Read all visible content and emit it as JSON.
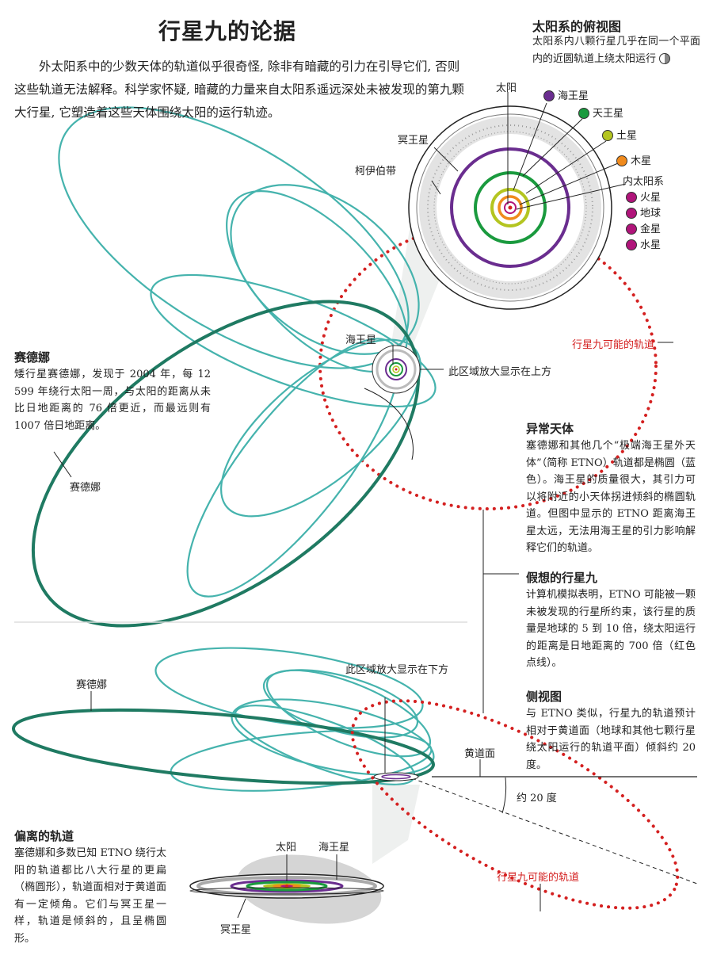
{
  "title": "行星九的论据",
  "intro": "外太阳系中的少数天体的轨道似乎很奇怪, 除非有暗藏的引力在引导它们, 否则这些轨道无法解释。科学家怀疑, 暗藏的力量来自太阳系遥远深处未被发现的第九颗大行星, 它塑造着这些天体围绕太阳的运行轨迹。",
  "top_view": {
    "heading": "太阳系的俯视图",
    "text": "太阳系内八颗行星几乎在同一个平面内的近圆轨道上绕太阳运行",
    "labels": {
      "sun": "太阳",
      "neptune": "海王星",
      "uranus": "天王星",
      "saturn": "土星",
      "jupiter": "木星",
      "pluto": "冥王星",
      "kuiper": "柯伊伯带",
      "inner": "内太阳系",
      "mars": "火星",
      "earth": "地球",
      "venus": "金星",
      "mercury": "水星"
    }
  },
  "sedna": {
    "heading": "赛德娜",
    "text": "矮行星赛德娜，发现于 2004 年，每 12 599 年绕行太阳一周，与太阳的距离从未比日地距离的 76 倍更近，而最远则有 1007 倍日地距离。",
    "label": "赛德娜"
  },
  "neptune_label": "海王星",
  "zoom_up": "此区域放大显示在上方",
  "zoom_down": "此区域放大显示在下方",
  "p9_orbit_label": "行星九可能的轨道",
  "anomalous": {
    "heading": "异常天体",
    "text": "塞德娜和其他几个“极端海王星外天体”（简称 ETNO）轨道都是椭圆（蓝色）。海王星的质量很大，其引力可以将附近的小天体拐进倾斜的椭圆轨道。但图中显示的 ETNO 距离海王星太远，无法用海王星的引力影响解释它们的轨道。"
  },
  "hypothesis": {
    "heading": "假想的行星九",
    "text": "计算机模拟表明，ETNO 可能被一颗未被发现的行星所约束，该行星的质量是地球的 5 到 10 倍，绕太阳运行的距离是日地距离的 700 倍（红色点线）。"
  },
  "side_view": {
    "heading": "侧视图",
    "text": "与 ETNO 类似，行星九的轨道预计相对于黄道面（地球和其他七颗行星绕太阳运行的轨道平面）倾斜约 20 度。",
    "ecliptic": "黄道面",
    "angle": "约 20 度",
    "sedna_label": "赛德娜"
  },
  "offset": {
    "heading": "偏离的轨道",
    "text": "塞德娜和多数已知 ETNO 绕行太阳的轨道都比八大行星的更扁（椭圆形），轨道面相对于黄道面有一定倾角。它们与冥王星一样，轨道是倾斜的，且呈椭圆形。",
    "sun": "太阳",
    "neptune": "海王星",
    "pluto": "冥王星"
  },
  "colors": {
    "etno": "#45b3ad",
    "sedna": "#1f7a62",
    "planet9": "#d42020",
    "neptune": "#6a2d8f",
    "uranus": "#1a9a3e",
    "saturn": "#b4c520",
    "jupiter": "#f08a1c",
    "inner": "#b0147a"
  }
}
